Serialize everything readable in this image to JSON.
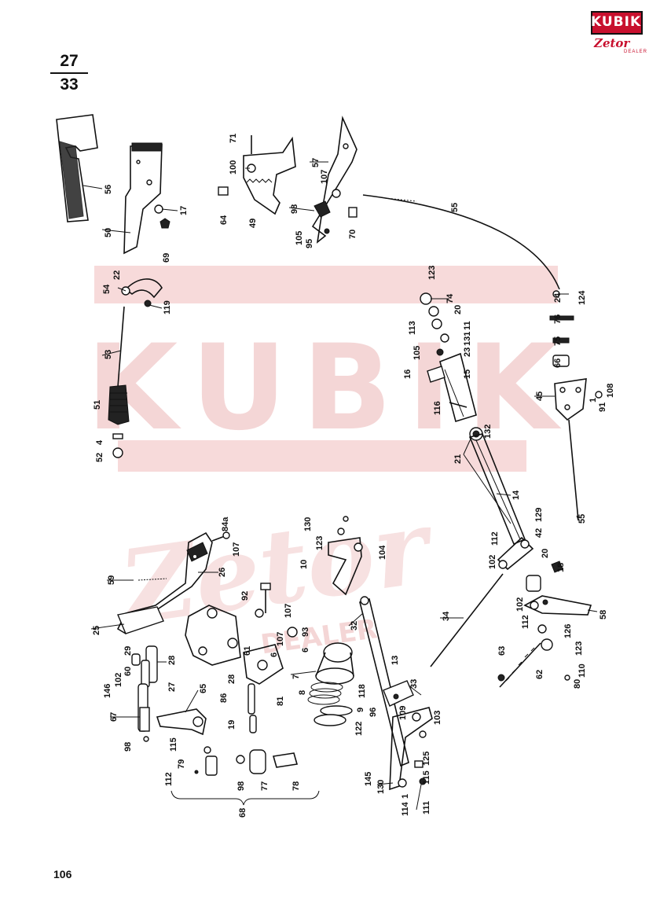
{
  "header": {
    "fraction_top": "27",
    "fraction_bottom": "33"
  },
  "logo": {
    "brand": "KUBIK",
    "sub": "Zetor",
    "tag": "DEALER"
  },
  "watermark": {
    "main": "KUBIK",
    "sub": "Zetor",
    "tag": "DEALER"
  },
  "page_number": "106",
  "colors": {
    "brand_red": "#c8102e",
    "watermark": "#f4d6d6",
    "ink": "#111111"
  },
  "callouts": [
    {
      "id": "56",
      "text": "56"
    },
    {
      "id": "50",
      "text": "50"
    },
    {
      "id": "17",
      "text": "17"
    },
    {
      "id": "69",
      "text": "69"
    },
    {
      "id": "71",
      "text": "71"
    },
    {
      "id": "100",
      "text": "100"
    },
    {
      "id": "64",
      "text": "64"
    },
    {
      "id": "49",
      "text": "49"
    },
    {
      "id": "57",
      "text": "57"
    },
    {
      "id": "107a",
      "text": "107"
    },
    {
      "id": "98a",
      "text": "98"
    },
    {
      "id": "105a",
      "text": "105"
    },
    {
      "id": "95",
      "text": "95"
    },
    {
      "id": "70",
      "text": "70"
    },
    {
      "id": "55a",
      "text": "55"
    },
    {
      "id": "54",
      "text": "54"
    },
    {
      "id": "22",
      "text": "22"
    },
    {
      "id": "119",
      "text": "119"
    },
    {
      "id": "53",
      "text": "53"
    },
    {
      "id": "51",
      "text": "51"
    },
    {
      "id": "52",
      "text": "52"
    },
    {
      "id": "4",
      "text": "4"
    },
    {
      "id": "123a",
      "text": "123"
    },
    {
      "id": "74",
      "text": "74"
    },
    {
      "id": "20a",
      "text": "20"
    },
    {
      "id": "11",
      "text": "11"
    },
    {
      "id": "113",
      "text": "113"
    },
    {
      "id": "131",
      "text": "131"
    },
    {
      "id": "23",
      "text": "23"
    },
    {
      "id": "105b",
      "text": "105"
    },
    {
      "id": "16",
      "text": "16"
    },
    {
      "id": "15",
      "text": "15"
    },
    {
      "id": "116",
      "text": "116"
    },
    {
      "id": "132",
      "text": "132"
    },
    {
      "id": "24",
      "text": "24"
    },
    {
      "id": "124",
      "text": "124"
    },
    {
      "id": "76",
      "text": "76"
    },
    {
      "id": "75",
      "text": "75"
    },
    {
      "id": "66",
      "text": "66"
    },
    {
      "id": "45",
      "text": "45"
    },
    {
      "id": "108",
      "text": "108"
    },
    {
      "id": "91",
      "text": "91"
    },
    {
      "id": "1a",
      "text": "1"
    },
    {
      "id": "21",
      "text": "21"
    },
    {
      "id": "14",
      "text": "14"
    },
    {
      "id": "55b",
      "text": "55"
    },
    {
      "id": "129",
      "text": "129"
    },
    {
      "id": "42",
      "text": "42"
    },
    {
      "id": "112a",
      "text": "112"
    },
    {
      "id": "102a",
      "text": "102"
    },
    {
      "id": "20b",
      "text": "20"
    },
    {
      "id": "18",
      "text": "18"
    },
    {
      "id": "102b",
      "text": "102"
    },
    {
      "id": "58",
      "text": "58"
    },
    {
      "id": "112b",
      "text": "112"
    },
    {
      "id": "126",
      "text": "126"
    },
    {
      "id": "123b",
      "text": "123"
    },
    {
      "id": "110",
      "text": "110"
    },
    {
      "id": "63",
      "text": "63"
    },
    {
      "id": "62",
      "text": "62"
    },
    {
      "id": "80",
      "text": "80"
    },
    {
      "id": "34",
      "text": "34"
    },
    {
      "id": "84a",
      "text": "84a"
    },
    {
      "id": "107b",
      "text": "107"
    },
    {
      "id": "59",
      "text": "59"
    },
    {
      "id": "26",
      "text": "26"
    },
    {
      "id": "92",
      "text": "92"
    },
    {
      "id": "107c",
      "text": "107"
    },
    {
      "id": "130a",
      "text": "130"
    },
    {
      "id": "123c",
      "text": "123"
    },
    {
      "id": "104",
      "text": "104"
    },
    {
      "id": "10",
      "text": "10"
    },
    {
      "id": "25",
      "text": "25"
    },
    {
      "id": "29",
      "text": "29"
    },
    {
      "id": "28a",
      "text": "28"
    },
    {
      "id": "61",
      "text": "61"
    },
    {
      "id": "6a",
      "text": "6"
    },
    {
      "id": "93",
      "text": "93"
    },
    {
      "id": "107d",
      "text": "107"
    },
    {
      "id": "6b",
      "text": "6"
    },
    {
      "id": "32",
      "text": "32"
    },
    {
      "id": "60",
      "text": "60"
    },
    {
      "id": "146",
      "text": "146"
    },
    {
      "id": "102c",
      "text": "102"
    },
    {
      "id": "27",
      "text": "27"
    },
    {
      "id": "67",
      "text": "67"
    },
    {
      "id": "65",
      "text": "65"
    },
    {
      "id": "86",
      "text": "86"
    },
    {
      "id": "28b",
      "text": "28"
    },
    {
      "id": "19",
      "text": "19"
    },
    {
      "id": "7",
      "text": "7"
    },
    {
      "id": "81",
      "text": "81"
    },
    {
      "id": "8",
      "text": "8"
    },
    {
      "id": "118",
      "text": "118"
    },
    {
      "id": "9",
      "text": "9"
    },
    {
      "id": "96",
      "text": "96"
    },
    {
      "id": "122",
      "text": "122"
    },
    {
      "id": "13",
      "text": "13"
    },
    {
      "id": "33",
      "text": "33"
    },
    {
      "id": "109",
      "text": "109"
    },
    {
      "id": "103",
      "text": "103"
    },
    {
      "id": "98b",
      "text": "98"
    },
    {
      "id": "115a",
      "text": "115"
    },
    {
      "id": "79",
      "text": "79"
    },
    {
      "id": "112c",
      "text": "112"
    },
    {
      "id": "98c",
      "text": "98"
    },
    {
      "id": "77",
      "text": "77"
    },
    {
      "id": "78",
      "text": "78"
    },
    {
      "id": "68",
      "text": "68"
    },
    {
      "id": "145",
      "text": "145"
    },
    {
      "id": "130b",
      "text": "130"
    },
    {
      "id": "125",
      "text": "125"
    },
    {
      "id": "115b",
      "text": "115"
    },
    {
      "id": "114",
      "text": "114"
    },
    {
      "id": "111",
      "text": "111"
    },
    {
      "id": "1b",
      "text": "1"
    }
  ]
}
